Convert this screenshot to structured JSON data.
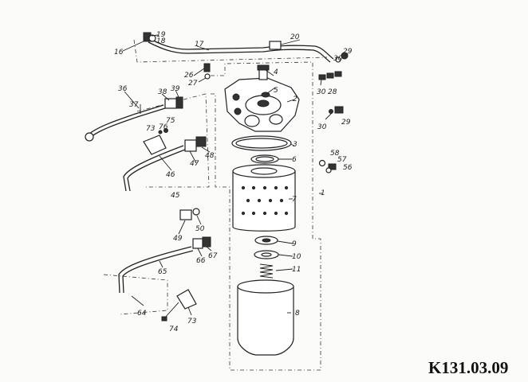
{
  "drawing_code": "K131.03.09",
  "part_labels": [
    "1",
    "2",
    "3",
    "4",
    "5",
    "6",
    "7",
    "8",
    "9",
    "10",
    "11",
    "16",
    "17",
    "18",
    "19",
    "20",
    "26",
    "27",
    "28",
    "29",
    "29",
    "30",
    "30",
    "30",
    "36",
    "37",
    "38",
    "39",
    "45",
    "46",
    "47",
    "48",
    "49",
    "50",
    "56",
    "57",
    "58",
    "64",
    "65",
    "66",
    "67",
    "73",
    "73",
    "74",
    "75",
    "76"
  ],
  "colors": {
    "ink": "#222222",
    "paper": "#fbfbf9"
  }
}
